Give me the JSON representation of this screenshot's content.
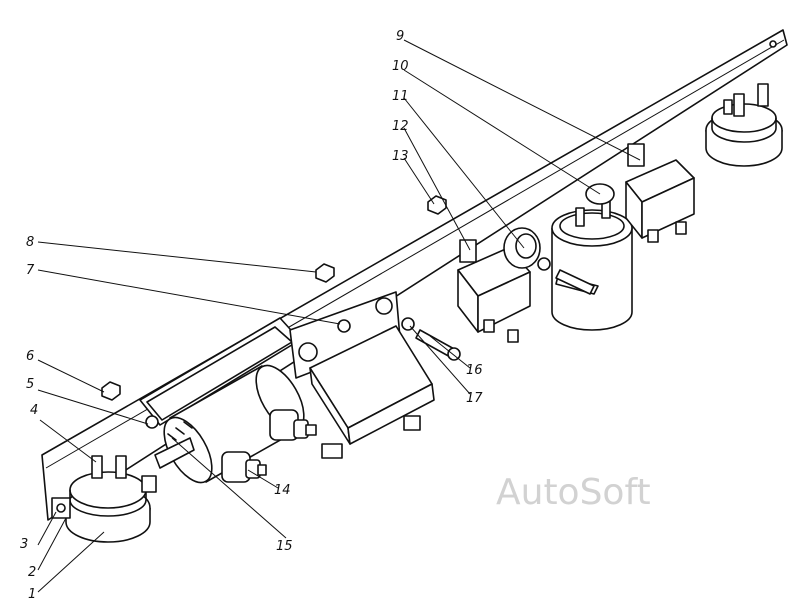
{
  "watermark": "AutoSoft",
  "callouts": [
    "1",
    "2",
    "3",
    "4",
    "5",
    "6",
    "7",
    "8",
    "9",
    "10",
    "11",
    "12",
    "13",
    "14",
    "15",
    "16",
    "17"
  ]
}
